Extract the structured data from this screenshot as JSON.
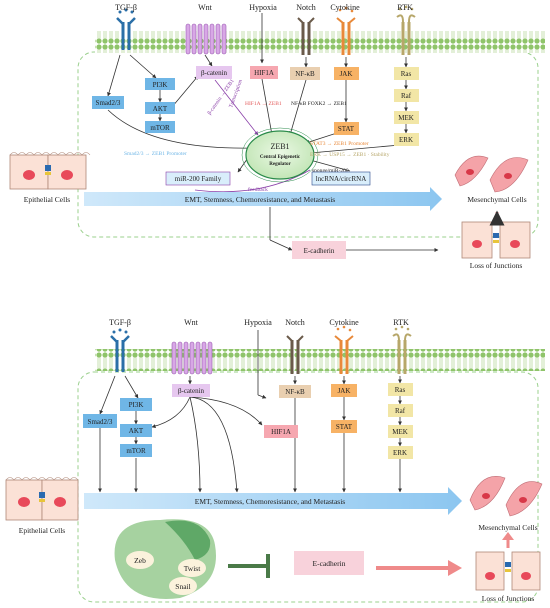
{
  "colors": {
    "membrane": "#8fc46a",
    "blue_box": "#6fb6e6",
    "purple_box": "#e6c7ef",
    "pink_box": "#f6a7b0",
    "tan_box": "#e9cfb0",
    "orange_box": "#f7b265",
    "yellow_box": "#f2e6a6",
    "emt_arrow": "#9fd0f3",
    "ecad_box": "#f8d2db",
    "red_arrow": "#ef8a8a"
  },
  "top": {
    "receptors": [
      "TGF-β",
      "Wnt",
      "Hypoxia",
      "Notch",
      "Cytokine",
      "RTK"
    ],
    "nodes": {
      "smad": "Smad2/3",
      "pi3k": "PI3K",
      "akt": "AKT",
      "mtor": "mTOR",
      "bcat": "β-catenin",
      "hif": "HIF1A",
      "nfkb": "NF-κB",
      "jak": "JAK",
      "stat": "STAT",
      "ras": "Ras",
      "raf": "Raf",
      "mek": "MEK",
      "erk": "ERK",
      "mir": "miR-200 Family",
      "lnc": "lncRNA/circRNA",
      "ecad": "E-cadherin"
    },
    "zeb_title": "ZEB1",
    "zeb_sub1": "Central Epigenetic",
    "zeb_sub2": "Regulator",
    "small_labels": {
      "transcription": "Transcription",
      "hif_zeb": "HIF1A → ZEB1",
      "nfkb_zeb": "NF-κB FOXK2 → ZEB1",
      "stat_zeb": "STAT3 → ZEB1 Promoter",
      "erk_zeb": "ERK → USP15 → ZEB1 · Stability",
      "smad_zeb": "Smad2/3 → ZEB1 Promoter",
      "bcat_zeb": "β-catenin → ZEB1",
      "sponge": "sponge/miR-200",
      "feedback": "feedback"
    },
    "emt": "EMT, Stemness, Chemoresistance, and Metastasis",
    "epithelial": "Epithelial Cells",
    "mesenchymal": "Mesenchymal Cells",
    "loss": "Loss of Junctions"
  },
  "bottom": {
    "receptors": [
      "TGF-β",
      "Wnt",
      "Hypoxia",
      "Notch",
      "Cytokine",
      "RTK"
    ],
    "nodes": {
      "smad": "Smad2/3",
      "pi3k": "PI3K",
      "akt": "AKT",
      "mtor": "mTOR",
      "bcat": "β-catenin",
      "hif": "HIF1A",
      "nfkb": "NF-κB",
      "jak": "JAK",
      "stat": "STAT",
      "ras": "Ras",
      "raf": "Raf",
      "mek": "MEK",
      "erk": "ERK",
      "ecad": "E-cadherin"
    },
    "tfs": [
      "Zeb",
      "Twist",
      "Snail"
    ],
    "emt": "EMT, Stemness, Chemoresistance, and Metastasis",
    "epithelial": "Epithelial Cells",
    "mesenchymal": "Mesenchymal Cells",
    "loss": "Loss of Junctions"
  }
}
